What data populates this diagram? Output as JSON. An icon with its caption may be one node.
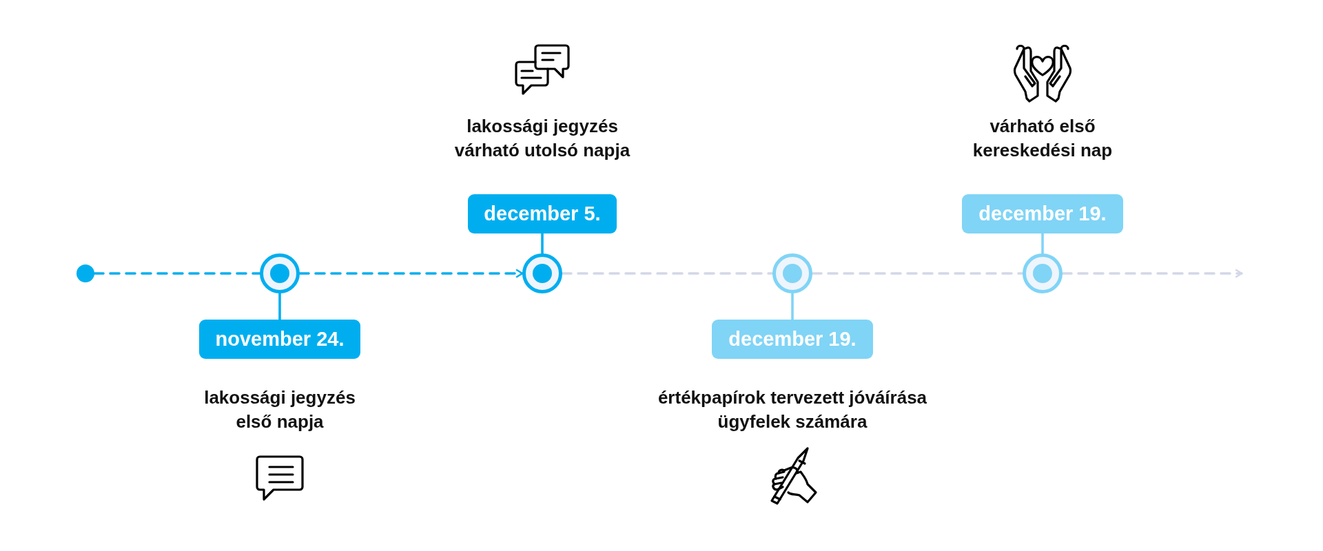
{
  "diagram": {
    "nodes": [
      {
        "text": [],
        "shape": "circle"
      },
      {
        "text": [],
        "shape": "circle"
      },
      {
        "text": [
          "november 24."
        ],
        "beside": [
          "lakossági jegyzés első napja"
        ]
      },
      {
        "text": [],
        "shape": "circle"
      },
      {
        "text": [
          "december 5."
        ],
        "beside": [
          "lakossági jegyzés várható utolsó napja"
        ]
      },
      {
        "text": [],
        "shape": "circle"
      },
      {
        "text": [
          "december 19."
        ],
        "beside": [
          "értékpapírok tervezett jóváírása ügyfelek számára"
        ]
      },
      {
        "text": [],
        "shape": "circle"
      },
      {
        "text": [
          "december 19."
        ],
        "beside": [
          "várható első kereskedési nap"
        ]
      }
    ],
    "edges": [
      {
        "from": 0,
        "to": 1,
        "arrow": "none",
        "style": "dashed",
        "color": "#00aeef"
      },
      {
        "from": 1,
        "to": 3,
        "arrow": "to",
        "style": "dashed",
        "color": "#00aeef"
      },
      {
        "from": 3,
        "to": 5,
        "arrow": "none",
        "style": "dashed",
        "color": "#d3d8e8"
      },
      {
        "from": 5,
        "to": 7,
        "arrow": "none",
        "style": "dashed",
        "color": "#d3d8e8"
      },
      {
        "from": 7,
        "to": null,
        "arrow": "to",
        "style": "dashed",
        "color": "#d3d8e8"
      },
      {
        "from": 1,
        "to": 2,
        "arrow": "none",
        "color": "#00aeef"
      },
      {
        "from": 3,
        "to": 4,
        "arrow": "none",
        "color": "#00aeef"
      },
      {
        "from": 5,
        "to": 6,
        "arrow": "none",
        "color": "#80d4f6"
      },
      {
        "from": 7,
        "to": 8,
        "arrow": "none",
        "color": "#80d4f6"
      }
    ]
  }
}
